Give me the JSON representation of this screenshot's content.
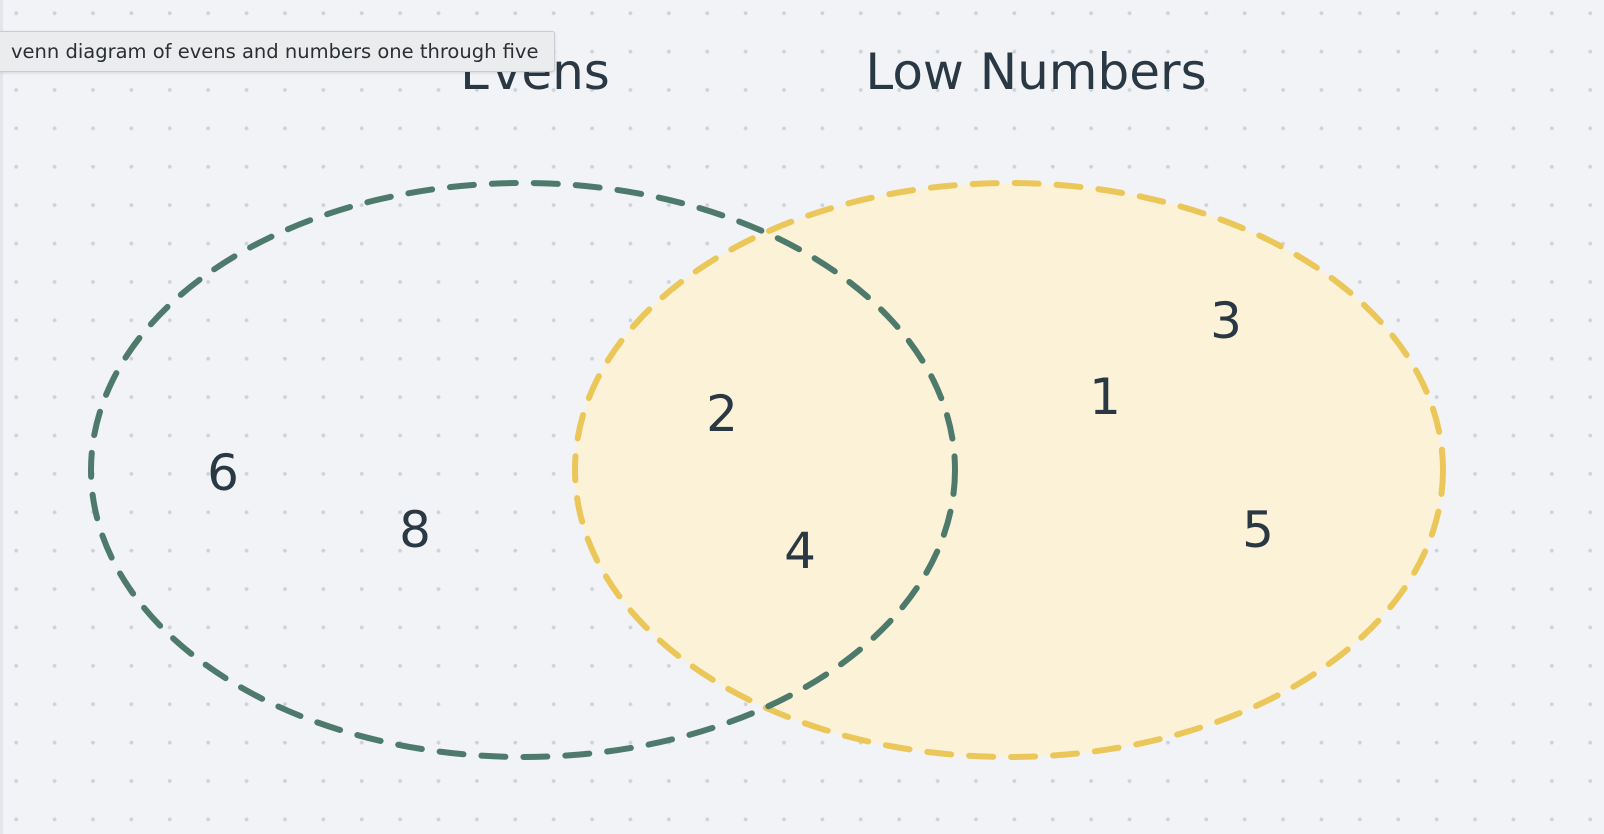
{
  "tooltip": "venn diagram of evens and numbers one through five",
  "sets": {
    "evens": {
      "title": "Evens",
      "stroke_color": "#4e7a6c",
      "fill_color": "none"
    },
    "low_numbers": {
      "title": "Low Numbers",
      "stroke_color": "#ebc75a",
      "fill_color": "#fbf2d8"
    }
  },
  "elements": {
    "evens_only": [
      "6",
      "8"
    ],
    "both": [
      "2",
      "4"
    ],
    "low_numbers_only": [
      "1",
      "3",
      "5"
    ]
  },
  "colors": {
    "background": "#f1f3f7",
    "dots": "#cfd3d9",
    "text": "#2a3844"
  }
}
